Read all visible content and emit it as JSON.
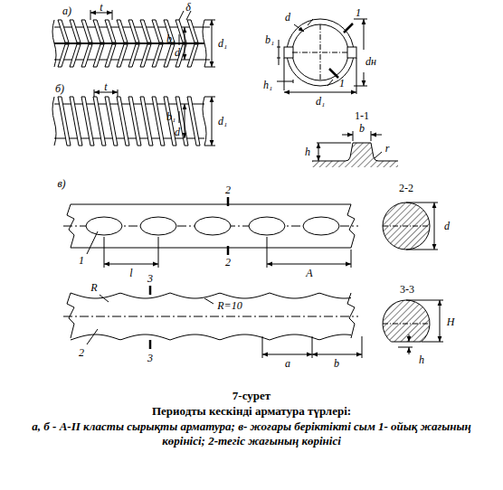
{
  "diagram": {
    "title": "7-сурет",
    "caption": "Периодты кескінді арматура түрлері:",
    "labels": [
      "а)",
      "t",
      "δ",
      "b₁",
      "d",
      "d₁",
      "d",
      "1",
      "1",
      "b₁",
      "h₁",
      "d₁",
      "dн",
      "1-1",
      "b",
      "r",
      "h",
      "б)",
      "t",
      "b₁",
      "d",
      "d₁",
      "в)",
      "2",
      "2-2",
      "d",
      "1",
      "l",
      "2",
      "A",
      "R",
      "3",
      "R=10",
      "3-3",
      "H",
      "2",
      "3",
      "a",
      "b",
      "h",
      "а, б - А-II класты сырықты арматура; в- жоғары беріктікті сым 1- ойық жағының көрінісі; 2-тегіс жағының көрінісі"
    ]
  }
}
